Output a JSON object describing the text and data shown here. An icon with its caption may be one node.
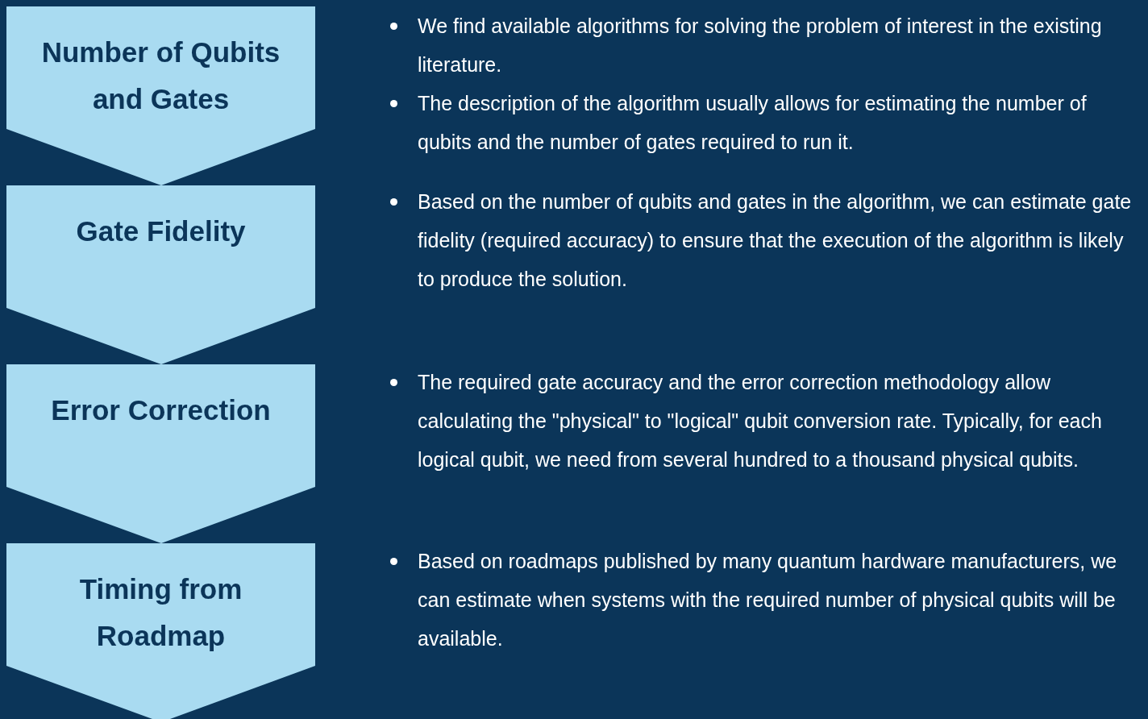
{
  "diagram": {
    "nodes": [
      {
        "text": [
          "Number of Qubits and Gates"
        ]
      },
      {
        "text": [
          "Gate Fidelity"
        ]
      },
      {
        "text": [
          "Error Correction"
        ]
      },
      {
        "text": [
          "Timing from Roadmap"
        ]
      }
    ],
    "labels": [
      "We find available algorithms for solving the problem of interest in the existing literature.",
      "The description of the algorithm usually allows for estimating the number of qubits and the number of gates required to run it.",
      "Based on the number of qubits and gates in the algorithm, we can estimate gate fidelity (required accuracy) to ensure that the execution of the algorithm is likely to produce the solution.",
      "The required gate accuracy and the error correction methodology allow calculating the \"physical\" to \"logical\" qubit conversion rate. Typically, for each logical qubit, we need from several hundred to a thousand physical qubits.",
      "Based on roadmaps published by many quantum hardware manufacturers, we can estimate when systems with the required number of physical qubits will be available."
    ]
  }
}
